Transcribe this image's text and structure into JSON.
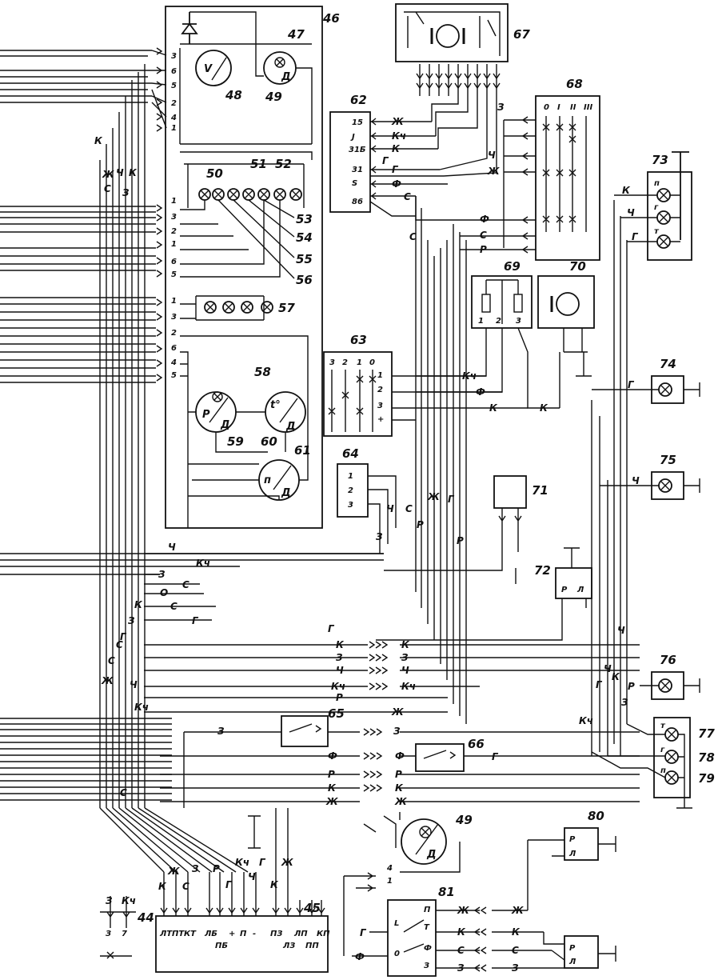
{
  "callouts": {
    "n44": "44",
    "n45": "45",
    "n46": "46",
    "n47": "47",
    "n48": "48",
    "n49": "49",
    "n50": "50",
    "n51": "51",
    "n52": "52",
    "n53": "53",
    "n54": "54",
    "n55": "55",
    "n56": "56",
    "n57": "57",
    "n58": "58",
    "n59": "59",
    "n60": "60",
    "n61": "61",
    "n62": "62",
    "n63": "63",
    "n64": "64",
    "n65": "65",
    "n66": "66",
    "n67": "67",
    "n68": "68",
    "n69": "69",
    "n70": "70",
    "n71": "71",
    "n72": "72",
    "n73": "73",
    "n74": "74",
    "n75": "75",
    "n76": "76",
    "n77": "77",
    "n78": "78",
    "n79": "79",
    "n80": "80",
    "n81": "81",
    "n49b": "49"
  },
  "panel46": {
    "pins_top": [
      "3",
      "6",
      "5",
      "2",
      "4",
      "1"
    ],
    "pins_mid": [
      "1",
      "3",
      "2",
      "1",
      "6",
      "5"
    ],
    "pins_low": [
      "1",
      "3",
      "2",
      "6",
      "4",
      "5"
    ]
  },
  "gauges": {
    "voltmeter": "V",
    "g47": "Д",
    "g58a": "Р",
    "g58b": "Д",
    "g60": "t°",
    "g60b": "Д",
    "g61": "п",
    "g61b": "Д",
    "g49b": "Д"
  },
  "block62": {
    "pins": [
      "15",
      "J",
      "31Б",
      "31",
      "S",
      "86"
    ],
    "wires": [
      "Ж",
      "Кч",
      "К",
      "Г",
      "Г",
      "Ф",
      "С"
    ]
  },
  "block63": {
    "header": [
      "3",
      "2",
      "1",
      "0"
    ],
    "pins": [
      "1",
      "2",
      "3",
      "+"
    ],
    "wires": [
      "Кч",
      "Ф",
      "К",
      "К"
    ]
  },
  "block64": {
    "pins": [
      "1",
      "2",
      "3"
    ],
    "wires": [
      "Ч",
      "З"
    ]
  },
  "block68": {
    "header": [
      "0",
      "I",
      "II",
      "III"
    ],
    "wires": [
      "З",
      "Ч",
      "Ж",
      "Ф",
      "С",
      "Р"
    ]
  },
  "block69": {
    "pins": [
      "1",
      "2",
      "3"
    ]
  },
  "lamps_right": {
    "w73": [
      "К",
      "Ч",
      "Г"
    ],
    "p73": [
      "п",
      "г",
      "т"
    ],
    "w74": "Г",
    "w75": "Ч",
    "w76": "Р",
    "p77": [
      "т",
      "г",
      "п"
    ]
  },
  "vertical_wires_top": [
    "С",
    "С",
    "Р",
    "Ж",
    "Г",
    "Р"
  ],
  "bus_wires": {
    "row1": "Ч",
    "row2": [
      "З",
      "Кч"
    ],
    "row3": [
      "О",
      "С"
    ],
    "row4": [
      "С",
      "Г"
    ],
    "row5": "Г"
  },
  "harness_mid": {
    "left": [
      "К",
      "З",
      "Ч",
      "Кч",
      "Р",
      "Ж"
    ],
    "right": [
      "К",
      "З",
      "Ч",
      "Кч"
    ]
  },
  "harness_low": {
    "left": [
      "З",
      "Ф",
      "Р",
      "К",
      "Ж"
    ],
    "right": [
      "З",
      "Ф",
      "Р",
      "К",
      "Ж"
    ],
    "g66": "Г"
  },
  "vertical_right": [
    "Кч",
    "Г",
    "Ч",
    "К",
    "З",
    "Ч"
  ],
  "left_vertical": [
    "К",
    "С",
    "Ж",
    "Ч",
    "К",
    "З",
    "С",
    "С",
    "Ж",
    "Г",
    "Ч",
    "Кч",
    "С",
    "З",
    "К"
  ],
  "connector45": {
    "pins": [
      "ЛТ",
      "ПТ",
      "КТ",
      "ЛБ",
      "ПБ",
      "+",
      "П",
      "-",
      "ПЗ",
      "ЛЗ",
      "ЛП",
      "ПП",
      "КП"
    ],
    "wires": [
      "К",
      "Ж",
      "С",
      "З",
      "Р",
      "Г",
      "Кч",
      "Ч",
      "Г",
      "К",
      "Ж"
    ]
  },
  "connector44": {
    "pins": [
      "З",
      "7"
    ],
    "wires": [
      "З",
      "Кч"
    ]
  },
  "block81": {
    "pins": [
      "L",
      "0",
      "П",
      "Т",
      "Ф",
      "З"
    ],
    "wires_left": [
      "Г",
      "Ф"
    ],
    "wires_right": [
      "Ж",
      "К",
      "С",
      "З"
    ],
    "wires_far": [
      "Ж",
      "К",
      "С",
      "З"
    ]
  },
  "pins49b": [
    "4",
    "1"
  ],
  "relays": {
    "rl": [
      "Р",
      "Л"
    ]
  }
}
